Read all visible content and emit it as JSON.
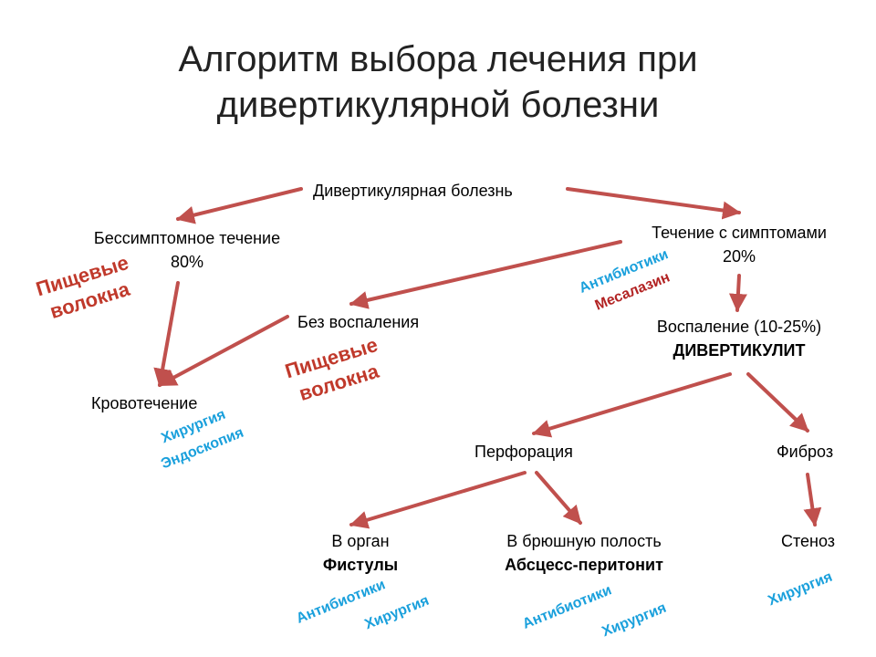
{
  "title": {
    "line1": "Алгоритм выбора лечения при",
    "line2": "дивертикулярной болезни"
  },
  "nodes": {
    "root": "Дивертикулярная болезнь",
    "asymptomatic": {
      "line1": "Бессимптомное течение",
      "line2": "80%"
    },
    "symptomatic": {
      "line1": "Течение с симптомами",
      "line2": "20%"
    },
    "no_inflammation": "Без воспаления",
    "inflammation": {
      "line1": "Воспаление (10-25%)",
      "line2": "ДИВЕРТИКУЛИТ"
    },
    "bleeding": "Кровотечение",
    "perforation": "Перфорация",
    "fibrosis": "Фиброз",
    "into_organ": {
      "line1": "В орган",
      "line2": "Фистулы"
    },
    "into_abdomen": {
      "line1": "В брюшную полость",
      "line2": "Абсцесс-перитонит"
    },
    "stenosis": "Стеноз"
  },
  "treatments": {
    "fiber_1": {
      "line1": "Пищевые",
      "line2": "волокна"
    },
    "fiber_2": {
      "line1": "Пищевые",
      "line2": "волокна"
    },
    "antibiotics_1": "Антибиотики",
    "mesalazine": "Месалазин",
    "surgery_bleeding": "Хирургия",
    "endoscopy": "Эндоскопия",
    "antibiotics_organ": "Антибиотики",
    "surgery_organ": "Хирургия",
    "antibiotics_abdomen": "Антибиотики",
    "surgery_abdomen": "Хирургия",
    "surgery_stenosis": "Хирургия"
  },
  "colors": {
    "arrow": "#c0504d",
    "red_text": "#c0392b",
    "blue_text": "#1aa0dc",
    "dark_red_text": "#b22222"
  }
}
